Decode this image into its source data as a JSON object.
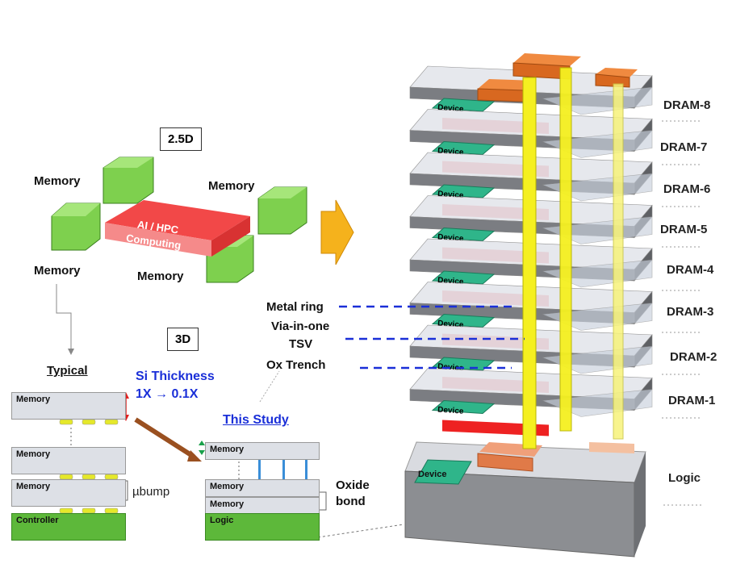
{
  "left": {
    "title_25d": "2.5D",
    "title_3d": "3D",
    "memory_labels": [
      "Memory",
      "Memory",
      "Memory",
      "Memory"
    ],
    "chip_label": "AI / HPC",
    "chip_sublabel": "Computing",
    "typical_title": "Typical",
    "si_thickness": "Si Thickness",
    "si_ratio": "1X → 0.1X",
    "this_study": "This Study",
    "typical_layers": [
      "Memory",
      "Memory",
      "Memory"
    ],
    "typical_base": "Controller",
    "ubump": "µbump",
    "study_layers": [
      "Memory",
      "Memory",
      "Memory"
    ],
    "study_base": "Logic",
    "oxide_bond": "Oxide bond"
  },
  "right": {
    "callouts": [
      "Metal ring",
      "Via-in-one",
      "TSV",
      "Ox Trench"
    ],
    "drams": [
      "DRAM-8",
      "DRAM-7",
      "DRAM-6",
      "DRAM-5",
      "DRAM-4",
      "DRAM-3",
      "DRAM-2",
      "DRAM-1"
    ],
    "logic": "Logic",
    "device_label": "Device"
  },
  "colors": {
    "memory_green": "#6cc63e",
    "chip_red": "#f06a6a",
    "tsv_yellow": "#f5f020",
    "arrow_orange": "#f5b21c",
    "blue_text": "#1a2fd8",
    "red_bar": "#ee2222",
    "teal_device": "#2fb58a"
  }
}
